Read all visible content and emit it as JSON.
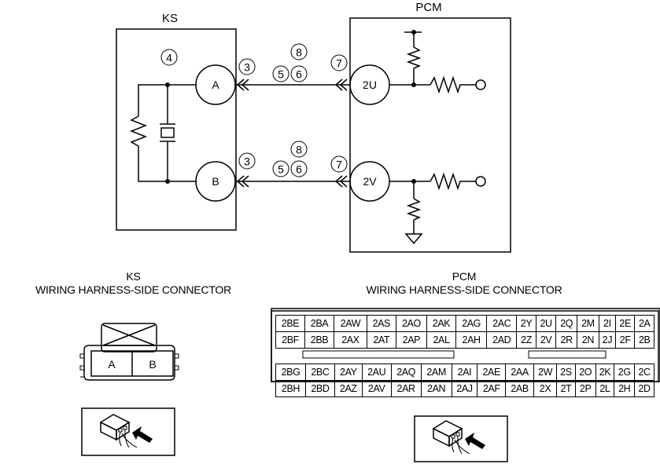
{
  "schematic": {
    "ks_label": "KS",
    "pcm_label": "PCM",
    "ks_note": "4",
    "ks_terminals": [
      "A",
      "B"
    ],
    "pcm_terminals": [
      "2U",
      "2V"
    ],
    "wire_callouts": {
      "ks_side": "3",
      "mid_top": "8",
      "mid_left": "5",
      "mid_right": "6",
      "pcm_side": "7"
    }
  },
  "ks_connector": {
    "title": "KS",
    "subtitle": "WIRING HARNESS-SIDE CONNECTOR",
    "pins": [
      "A",
      "B"
    ]
  },
  "pcm_connector": {
    "title": "PCM",
    "subtitle": "WIRING HARNESS-SIDE CONNECTOR",
    "upper_block": [
      [
        "2BE",
        "2BA",
        "2AW",
        "2AS",
        "2AO",
        "2AK",
        "2AG",
        "2AC",
        "2Y",
        "2U",
        "2Q",
        "2M",
        "2I",
        "2E",
        "2A"
      ],
      [
        "2BF",
        "2BB",
        "2AX",
        "2AT",
        "2AP",
        "2AL",
        "2AH",
        "2AD",
        "2Z",
        "2V",
        "2R",
        "2N",
        "2J",
        "2F",
        "2B"
      ]
    ],
    "lower_block": [
      [
        "2BG",
        "2BC",
        "2AY",
        "2AU",
        "2AQ",
        "2AM",
        "2AI",
        "2AE",
        "2AA",
        "2W",
        "2S",
        "2O",
        "2K",
        "2G",
        "2C"
      ],
      [
        "2BH",
        "2BD",
        "2AZ",
        "2AV",
        "2AR",
        "2AN",
        "2AJ",
        "2AF",
        "2AB",
        "2X",
        "2T",
        "2P",
        "2L",
        "2H",
        "2D"
      ]
    ]
  },
  "icons": {
    "ks_view": "connector-view-direction-icon",
    "pcm_view": "connector-view-direction-icon"
  }
}
